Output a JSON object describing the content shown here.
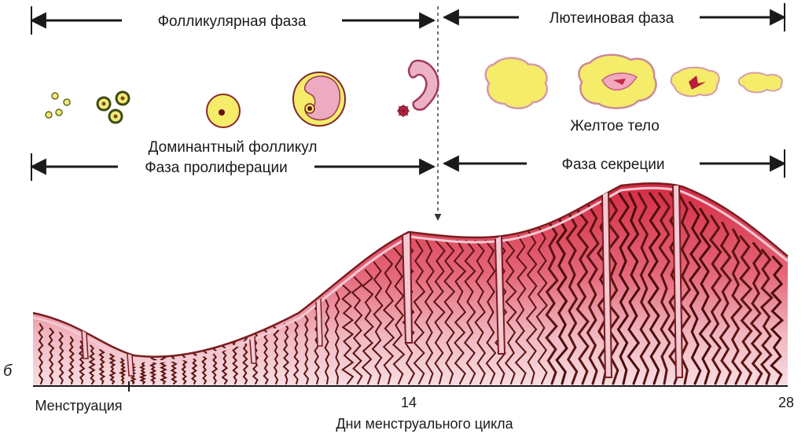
{
  "phases_top": {
    "follicular": "Фолликулярная фаза",
    "luteal": "Лютеиновая фаза"
  },
  "ovary_labels": {
    "dominant_follicle": "Доминантный фолликул",
    "corpus_luteum": "Желтое тело"
  },
  "phases_endometrium": {
    "proliferation": "Фаза пролиферации",
    "secretion": "Фаза секреции"
  },
  "panel_label": "б",
  "axis": {
    "start_label": "Менструация",
    "mid_label": "14",
    "end_label": "28",
    "title": "Дни менструального цикла"
  },
  "colors": {
    "follicle_fill": "#f5ec6a",
    "follicle_ring": "#e8a3b8",
    "endometrium_top": "#d9334a",
    "endometrium_mid": "#e9a0ad",
    "endometrium_base": "#f6d9df",
    "gland": "#5a1410",
    "outline": "#7a1c20"
  }
}
